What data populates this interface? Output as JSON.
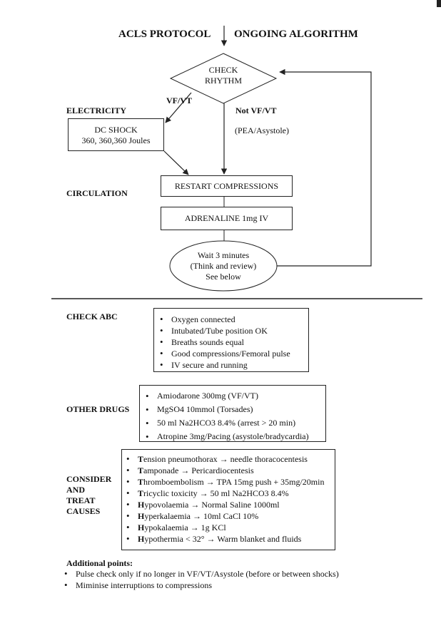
{
  "header": {
    "left_title": "ACLS PROTOCOL",
    "right_title": "ONGOING ALGORITHM"
  },
  "flowchart": {
    "check_rhythm": [
      "CHECK",
      "RHYTHM"
    ],
    "vf_vt_label": "VF/VT",
    "not_vf_vt_label": "Not VF/VT",
    "pea_asystole": "(PEA/Asystole)",
    "electricity_label": "ELECTRICITY",
    "dc_shock": [
      "DC SHOCK",
      "360, 360,360 Joules"
    ],
    "circulation_label": "CIRCULATION",
    "restart_compressions": "RESTART COMPRESSIONS",
    "adrenaline": "ADRENALINE 1mg IV",
    "wait": [
      "Wait 3 minutes",
      "(Think and review)",
      "See below"
    ]
  },
  "check_abc": {
    "label": "CHECK ABC",
    "items": [
      "Oxygen connected",
      "Intubated/Tube position OK",
      "Breaths sounds equal",
      "Good compressions/Femoral pulse",
      "IV secure and running"
    ]
  },
  "other_drugs": {
    "label": "OTHER DRUGS",
    "items": [
      "Amiodarone 300mg (VF/VT)",
      "MgSO4 10mmol (Torsades)",
      "50 ml Na2HCO3 8.4% (arrest > 20 min)",
      "Atropine 3mg/Pacing (asystole/bradycardia)"
    ]
  },
  "causes": {
    "label": [
      "CONSIDER",
      "AND",
      "TREAT",
      "CAUSES"
    ],
    "items": [
      {
        "initial": "T",
        "text": "ension pneumothorax → needle thoracocentesis"
      },
      {
        "initial": "T",
        "text": "amponade → Pericardiocentesis"
      },
      {
        "initial": "T",
        "text": "hromboembolism → TPA 15mg push + 35mg/20min"
      },
      {
        "initial": "T",
        "text": "ricyclic toxicity → 50 ml Na2HCO3 8.4%"
      },
      {
        "initial": "H",
        "text": "ypovolaemia → Normal Saline 1000ml"
      },
      {
        "initial": "H",
        "text": "yperkalaemia → 10ml CaCl 10%"
      },
      {
        "initial": "H",
        "text": "ypokalaemia → 1g KCl"
      },
      {
        "initial": "H",
        "text": "ypothermia < 32° → Warm blanket and fluids"
      }
    ]
  },
  "additional": {
    "label": "Additional points:",
    "items": [
      "Pulse check only if no longer in VF/VT/Asystole (before or between shocks)",
      "Miminise interruptions to compressions"
    ]
  }
}
